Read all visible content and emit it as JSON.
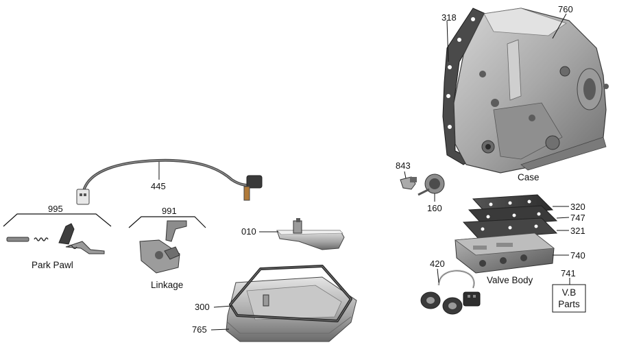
{
  "colors": {
    "line": "#111111",
    "metal_dark": "#6f6f6f",
    "metal_mid": "#a9a9a9",
    "metal_light": "#d9d9d9",
    "gasket": "#3a3a3a"
  },
  "labels": {
    "p318": "318",
    "p760": "760",
    "p445": "445",
    "p995": "995",
    "p991": "991",
    "p843": "843",
    "p160": "160",
    "p320": "320",
    "p747": "747",
    "p321": "321",
    "p010": "010",
    "p740": "740",
    "p420": "420",
    "p741": "741",
    "p300": "300",
    "p765": "765"
  },
  "groups": {
    "case": "Case",
    "park_pawl": "Park Pawl",
    "linkage": "Linkage",
    "valve_body": "Valve Body",
    "vb_parts_line1": "V.B",
    "vb_parts_line2": "Parts"
  }
}
